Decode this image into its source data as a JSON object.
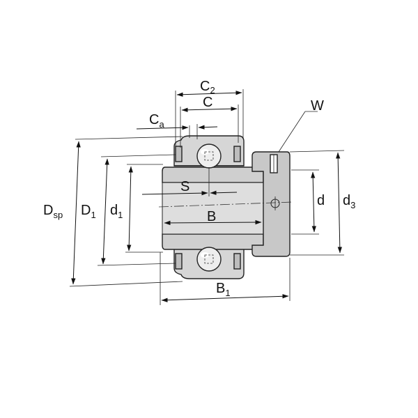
{
  "labels": {
    "c2": {
      "main": "C",
      "sub": "2"
    },
    "c": {
      "main": "C"
    },
    "ca": {
      "main": "C",
      "sub": "a"
    },
    "w": {
      "main": "W"
    },
    "dsp": {
      "main": "D",
      "sub": "sp"
    },
    "d1_outer": {
      "main": "D",
      "sub": "1"
    },
    "d1_inner": {
      "main": "d",
      "sub": "1"
    },
    "s": {
      "main": "S"
    },
    "b": {
      "main": "B"
    },
    "d": {
      "main": "d"
    },
    "d3": {
      "main": "d",
      "sub": "3"
    },
    "b1": {
      "main": "B",
      "sub": "1"
    }
  },
  "colors": {
    "housing_fill": "#c8c8c8",
    "ring_fill": "#d6d6d6",
    "inner_fill": "#cfcfcf",
    "ball_fill": "#eeeeee",
    "line": "#111111"
  }
}
